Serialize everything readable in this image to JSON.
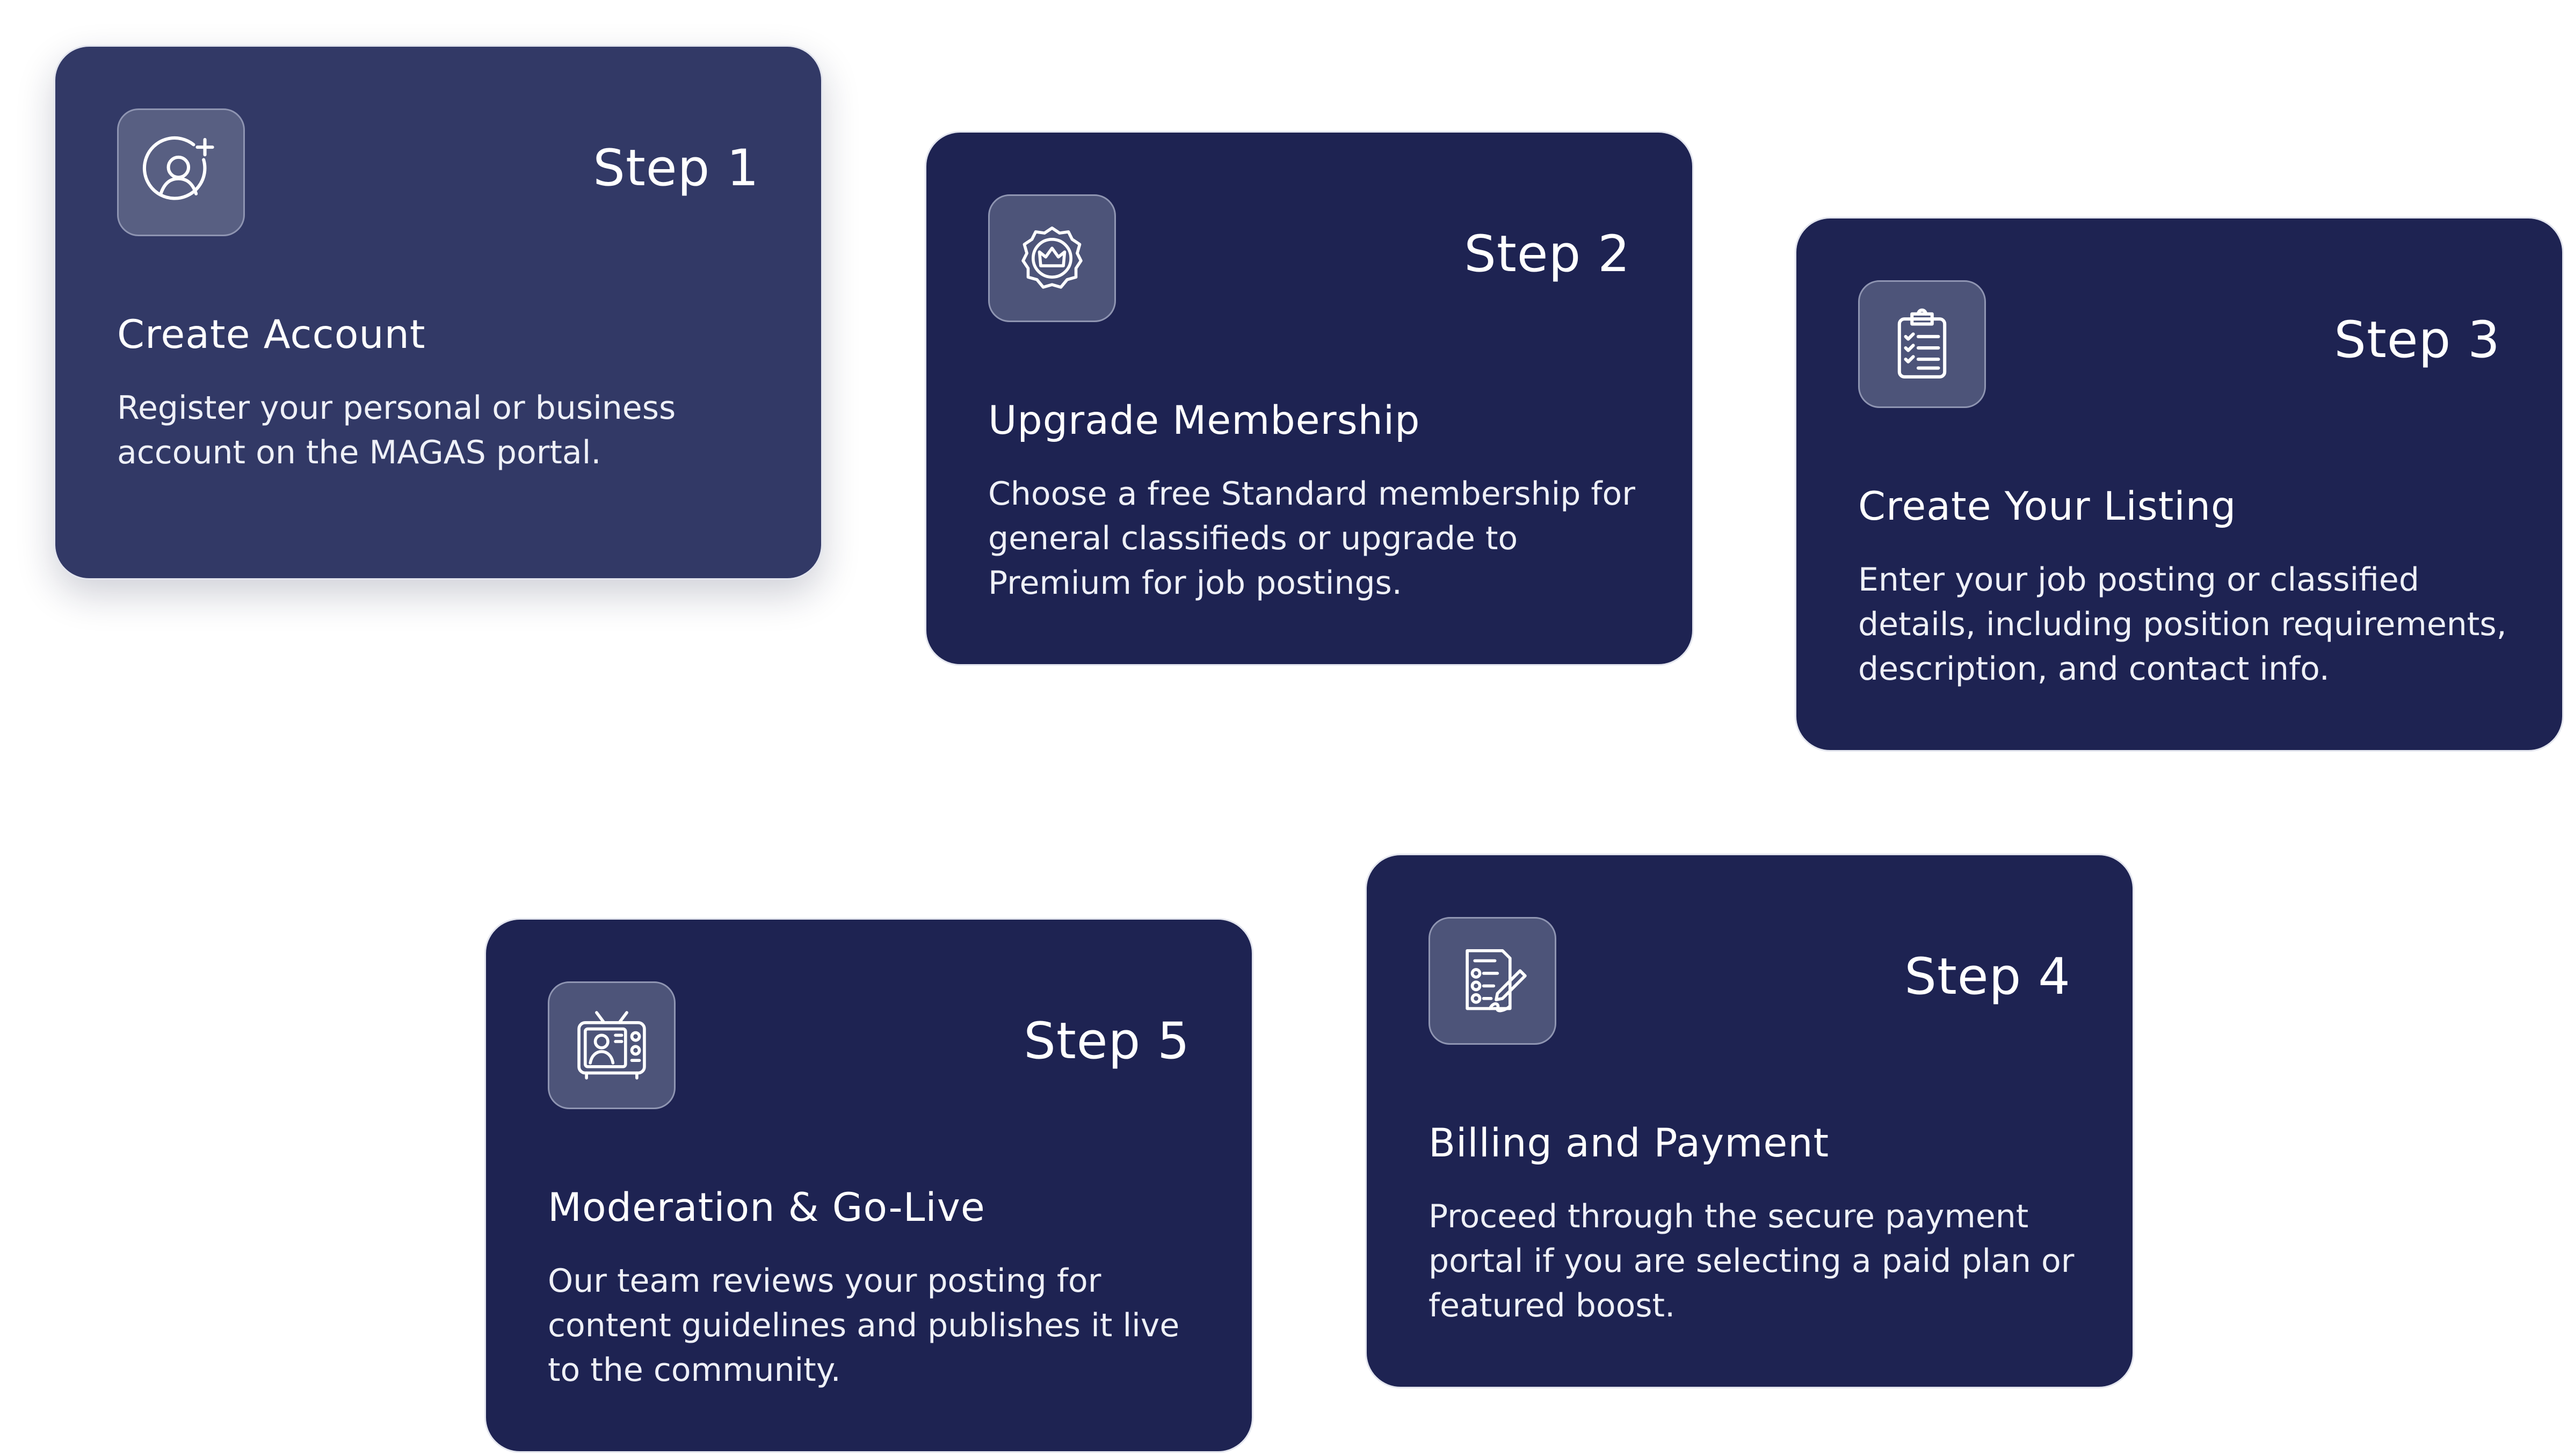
{
  "steps": [
    {
      "step": "Step 1",
      "title": "Create Account",
      "description": "Register your personal or business account on the MAGAS portal.",
      "icon": "user-add-icon"
    },
    {
      "step": "Step 2",
      "title": "Upgrade Membership",
      "description": "Choose a free Standard membership for general classifieds or upgrade to Premium for job postings.",
      "icon": "crown-badge-icon"
    },
    {
      "step": "Step 3",
      "title": "Create Your Listing",
      "description": "Enter your job posting or classified details, including position requirements, description, and contact info.",
      "icon": "clipboard-checklist-icon"
    },
    {
      "step": "Step 4",
      "title": "Billing and Payment",
      "description": "Proceed through the secure payment portal if you are selecting a paid plan or featured boost.",
      "icon": "invoice-sign-icon"
    },
    {
      "step": "Step 5",
      "title": "Moderation & Go-Live",
      "description": "Our team reviews your posting for content guidelines and publishes it live to the community.",
      "icon": "tv-broadcast-icon"
    }
  ],
  "colors": {
    "card_background": "#1e2352",
    "card_active_background": "#323966",
    "icon_box_background": "#4d5479",
    "text": "#ffffff"
  }
}
